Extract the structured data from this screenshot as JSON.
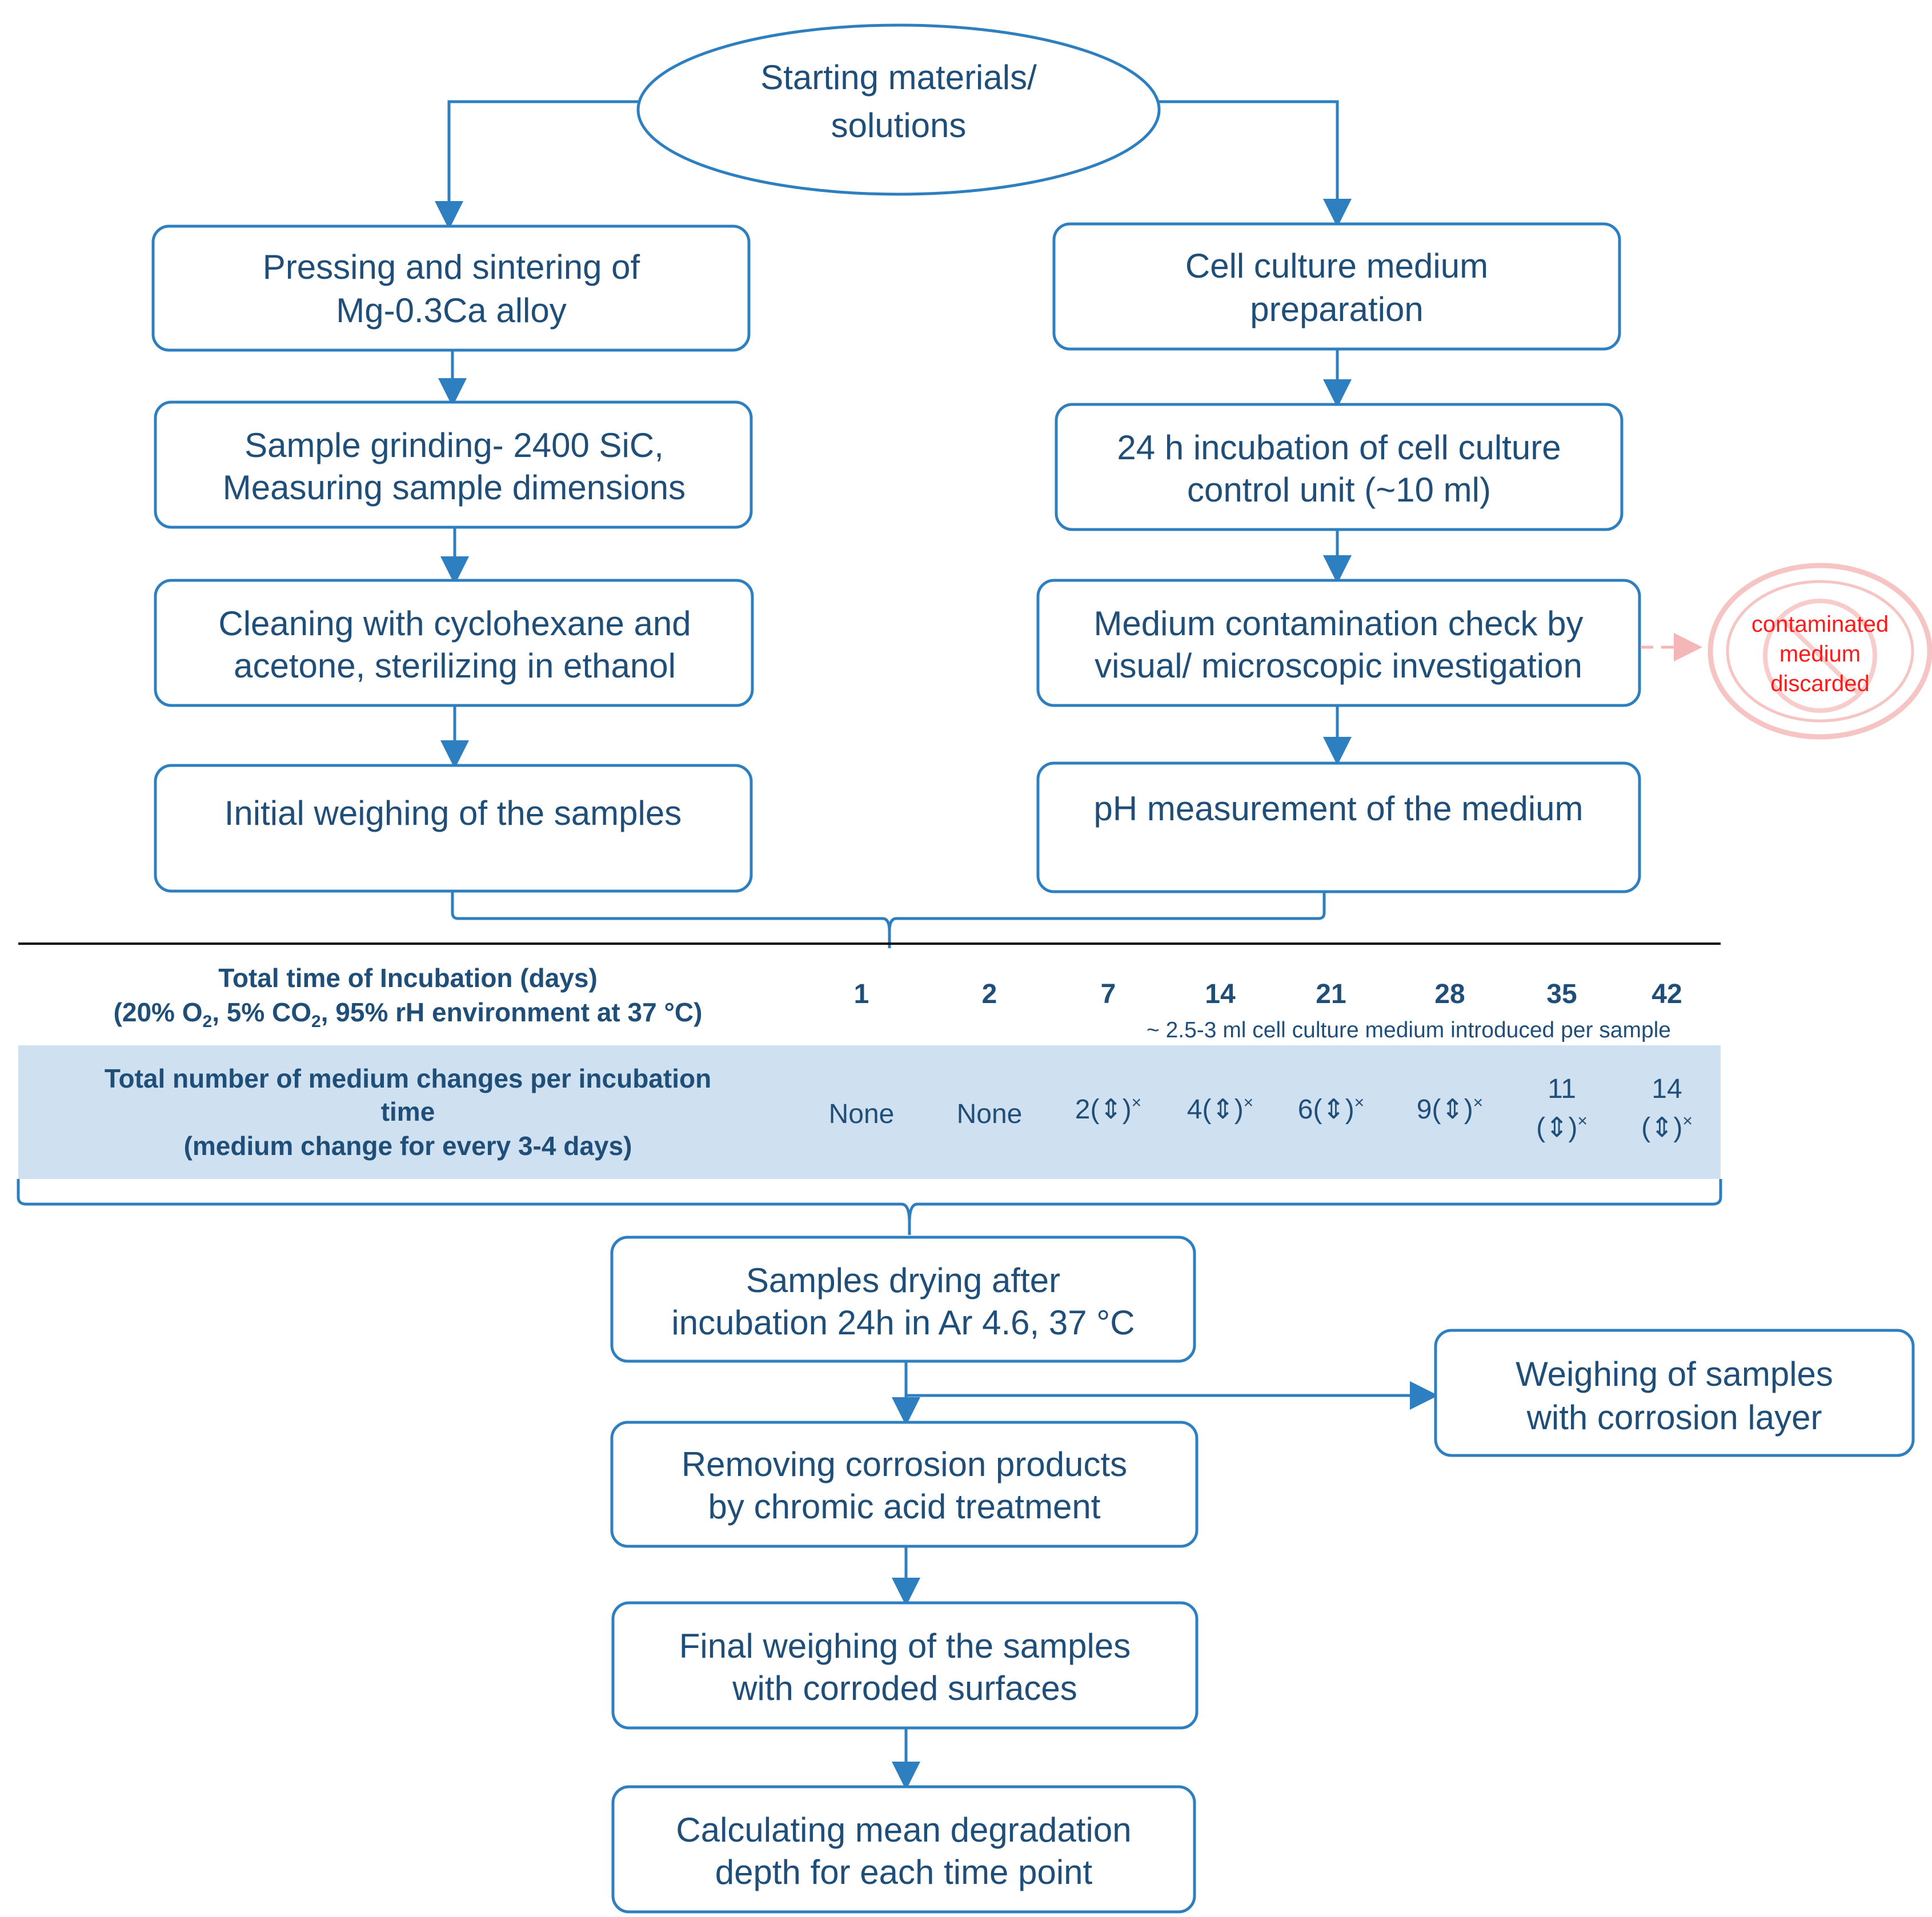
{
  "start": {
    "line1": "Starting materials/",
    "line2": "solutions"
  },
  "left_steps": [
    {
      "line1": "Pressing and sintering of",
      "line2": "Mg-0.3Ca alloy"
    },
    {
      "line1": "Sample grinding- 2400 SiC,",
      "line2": "Measuring sample dimensions"
    },
    {
      "line1": "Cleaning with cyclohexane and",
      "line2": "acetone, sterilizing in ethanol"
    },
    {
      "line1": "Initial weighing of the samples"
    }
  ],
  "right_steps": [
    {
      "line1": "Cell culture medium",
      "line2": "preparation"
    },
    {
      "line1": "24 h incubation of cell culture",
      "line2": "control unit (~10 ml)"
    },
    {
      "line1": "Medium contamination check by",
      "line2": "visual/ microscopic investigation"
    },
    {
      "line1": "pH measurement of the medium"
    }
  ],
  "discard_stamp": {
    "line1": "contaminated",
    "line2": "medium",
    "line3": "discarded"
  },
  "table": {
    "time_header": {
      "line1": "Total time of Incubation (days)",
      "line2_pre": "(20%  O",
      "sub2": "2",
      "line2_mid": ", 5%  CO",
      "line2_post": ", 95%  rH environment at 37 °C)"
    },
    "days": [
      "1",
      "2",
      "7",
      "14",
      "21",
      "28",
      "35",
      "42"
    ],
    "medium_note": "~ 2.5-3 ml cell culture medium introduced per sample",
    "changes_header": {
      "line1": "Total number of medium changes per incubation",
      "line2": "time",
      "line3": "(medium change for every 3-4 days)"
    },
    "changes": [
      "None",
      "None",
      "2",
      "4",
      "6",
      "9",
      "11",
      "14"
    ],
    "change_symbol": "(⇕)",
    "superscript": "×"
  },
  "bottom_steps": [
    {
      "line1": "Samples drying after",
      "line2": "incubation 24h in Ar 4.6, 37 °C"
    },
    {
      "line1": "Removing corrosion products",
      "line2": "by chromic acid treatment"
    },
    {
      "line1": "Final weighing of the samples",
      "line2": "with corroded surfaces"
    },
    {
      "line1": "Calculating mean degradation",
      "line2": "depth for each time point"
    }
  ],
  "side_step": {
    "line1": "Weighing of samples",
    "line2": "with corrosion layer"
  },
  "colors": {
    "box_stroke": "#2e7fc0",
    "text": "#1f4e79",
    "band": "#cfe0f0",
    "stamp": "#ff1a1a"
  }
}
